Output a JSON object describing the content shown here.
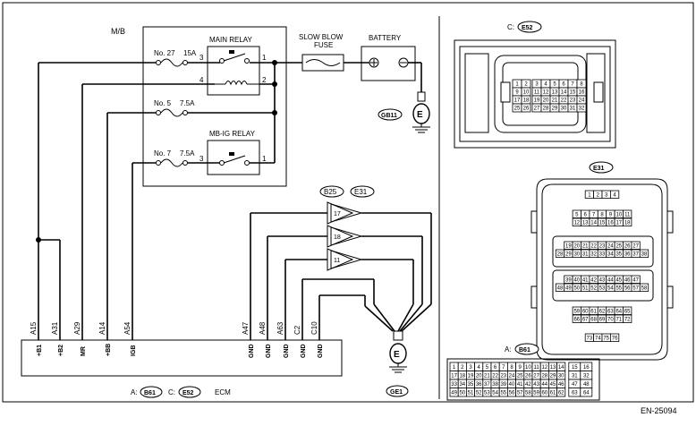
{
  "mb": {
    "label": "M/B"
  },
  "main_relay": {
    "label": "MAIN RELAY",
    "pins": [
      "3",
      "1",
      "4",
      "2"
    ]
  },
  "mbig_relay": {
    "label": "MB-IG RELAY",
    "pins": [
      "3",
      "1"
    ]
  },
  "fuses": [
    {
      "no": "No. 27",
      "amp": "15A"
    },
    {
      "no": "No. 5",
      "amp": "7.5A"
    },
    {
      "no": "No. 7",
      "amp": "7.5A"
    }
  ],
  "sbf": {
    "line1": "SLOW BLOW",
    "line2": "FUSE"
  },
  "battery": {
    "label": "BATTERY"
  },
  "grounds": {
    "gb11": "GB11",
    "ge1": "GE1",
    "symbol": "E"
  },
  "joint": {
    "b25": "B25",
    "e31": "E31",
    "pins": [
      "17",
      "18",
      "11"
    ]
  },
  "ecm": {
    "label": "ECM",
    "conn_a_prefix": "A:",
    "conn_a": "B61",
    "conn_c_prefix": "C:",
    "conn_c": "E52",
    "pins": [
      {
        "id": "A15",
        "sig": "+B1"
      },
      {
        "id": "A31",
        "sig": "+B2"
      },
      {
        "id": "A29",
        "sig": "MR"
      },
      {
        "id": "A14",
        "sig": "+BB"
      },
      {
        "id": "A54",
        "sig": "IGB"
      },
      {
        "id": "A47",
        "sig": "GND"
      },
      {
        "id": "A48",
        "sig": "GND"
      },
      {
        "id": "A63",
        "sig": "GND"
      },
      {
        "id": "C2",
        "sig": "GND"
      },
      {
        "id": "C10",
        "sig": "GND"
      }
    ]
  },
  "conn_e52": {
    "prefix": "C:",
    "name": "E52",
    "rows": [
      [
        "1",
        "2",
        "3",
        "4",
        "5",
        "6",
        "7",
        "8"
      ],
      [
        "9",
        "10",
        "11",
        "12",
        "13",
        "14",
        "15",
        "16"
      ],
      [
        "17",
        "18",
        "19",
        "20",
        "21",
        "22",
        "23",
        "24"
      ],
      [
        "25",
        "26",
        "27",
        "28",
        "29",
        "30",
        "31",
        "32"
      ]
    ]
  },
  "conn_e31": {
    "name": "E31",
    "rows": [
      [
        "1",
        "2",
        "3",
        "4"
      ],
      [
        "5",
        "6",
        "7",
        "8",
        "9",
        "10",
        "11"
      ],
      [
        "12",
        "13",
        "14",
        "15",
        "16",
        "17",
        "18"
      ],
      [
        "19",
        "20",
        "21",
        "22",
        "23",
        "24",
        "25",
        "26",
        "27"
      ],
      [
        "28",
        "29",
        "30",
        "31",
        "32",
        "33",
        "34",
        "35",
        "36",
        "37",
        "38"
      ],
      [
        "39",
        "40",
        "41",
        "42",
        "43",
        "44",
        "45",
        "46",
        "47"
      ],
      [
        "48",
        "49",
        "50",
        "51",
        "52",
        "53",
        "54",
        "55",
        "56",
        "57",
        "58"
      ],
      [
        "59",
        "60",
        "61",
        "62",
        "63",
        "64",
        "65"
      ],
      [
        "66",
        "67",
        "68",
        "69",
        "70",
        "71",
        "72"
      ],
      [
        "73",
        "74",
        "75",
        "76"
      ]
    ]
  },
  "conn_b61": {
    "prefix": "A:",
    "name": "B61",
    "rows": [
      [
        "1",
        "2",
        "3",
        "4",
        "5",
        "6",
        "7",
        "8",
        "9",
        "10",
        "11",
        "12",
        "13",
        "14",
        "15",
        "16"
      ],
      [
        "17",
        "18",
        "19",
        "20",
        "21",
        "22",
        "23",
        "24",
        "25",
        "26",
        "27",
        "28",
        "29",
        "30",
        "31",
        "32"
      ],
      [
        "33",
        "34",
        "35",
        "36",
        "37",
        "38",
        "39",
        "40",
        "41",
        "42",
        "43",
        "44",
        "45",
        "46",
        "47",
        "48"
      ],
      [
        "49",
        "50",
        "51",
        "52",
        "53",
        "54",
        "55",
        "56",
        "57",
        "58",
        "59",
        "60",
        "61",
        "62",
        "63",
        "64"
      ]
    ]
  },
  "code": "EN-25094"
}
